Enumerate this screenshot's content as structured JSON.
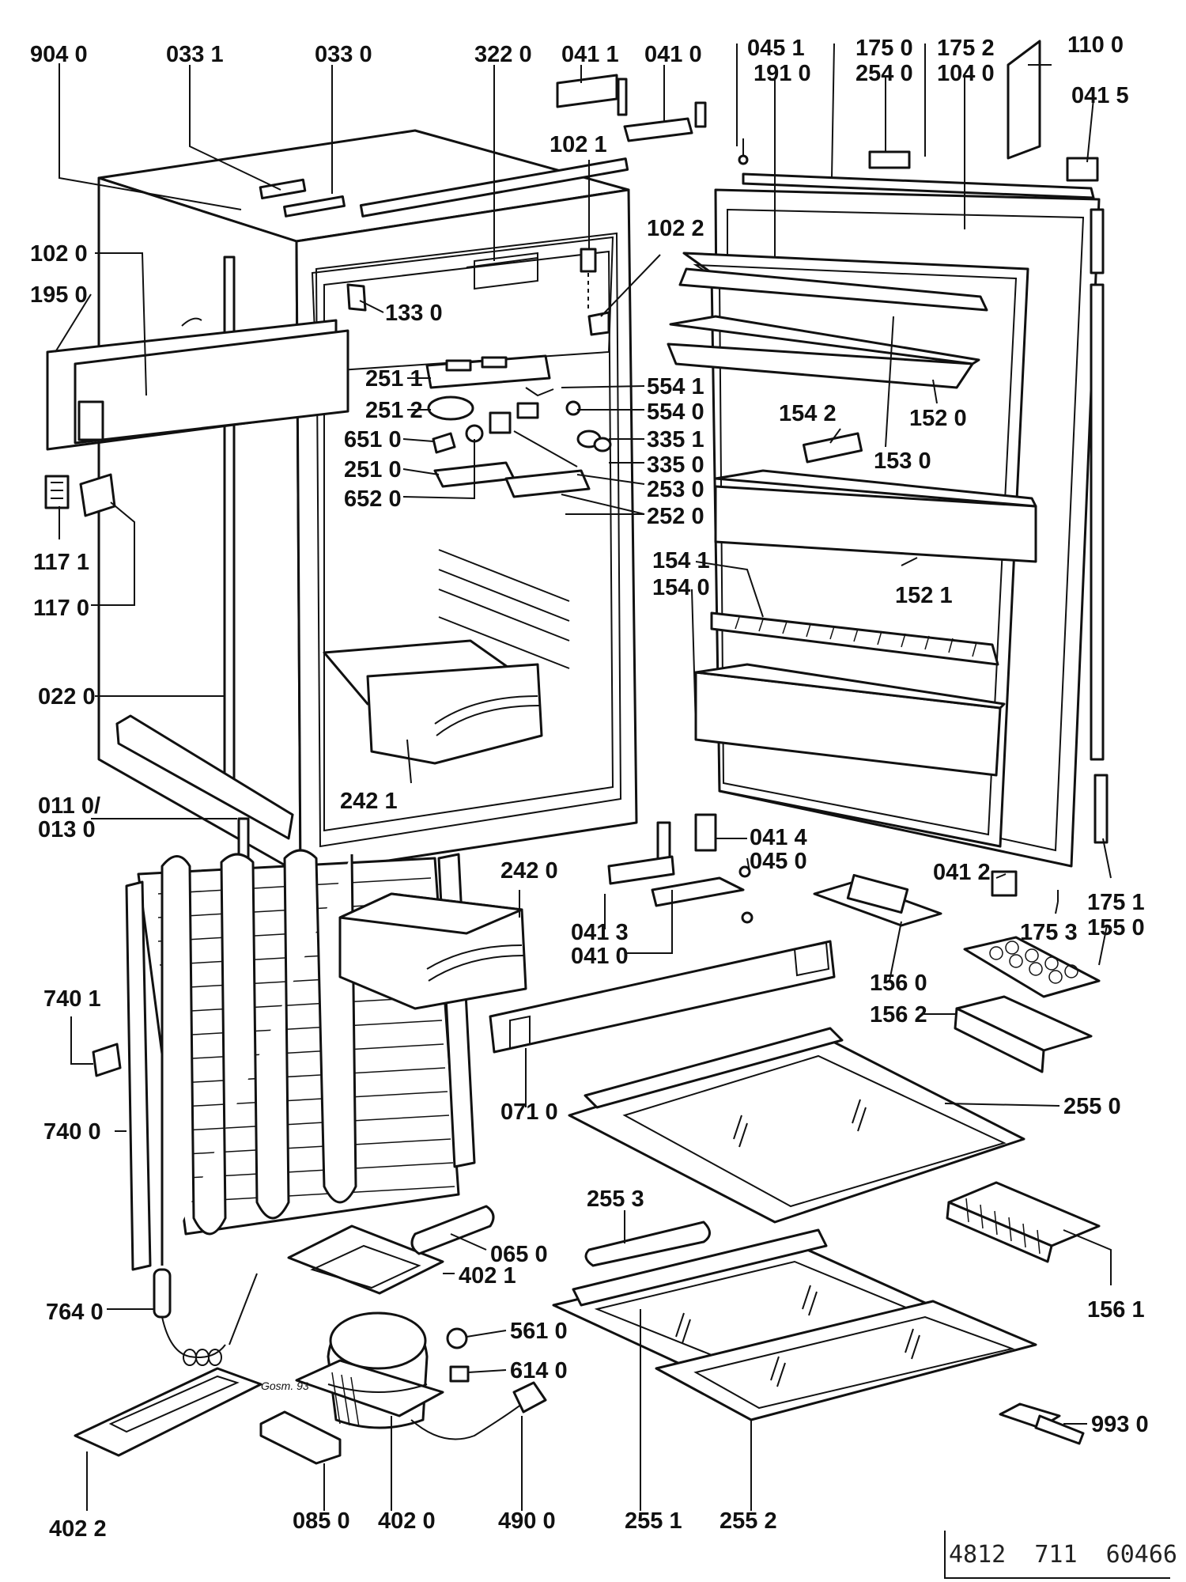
{
  "diagram": {
    "labels": {
      "l9040": "904 0",
      "l0331": "033 1",
      "l0330": "033 0",
      "l3220": "322 0",
      "l0411": "041 1",
      "l0410a": "041 0",
      "l0451": "045 1",
      "l1910": "191 0",
      "l1750": "175 0",
      "l2540": "254 0",
      "l1752": "175 2",
      "l1040": "104 0",
      "l1100": "110 0",
      "l0415": "041 5",
      "l1021": "102 1",
      "l1022": "102 2",
      "l1020": "102 0",
      "l1950": "195 0",
      "l1330": "133 0",
      "l2511": "251 1",
      "l5541": "554 1",
      "l2512": "251 2",
      "l5540": "554 0",
      "l6510": "651 0",
      "l3351": "335 1",
      "l2510": "251 0",
      "l3350": "335 0",
      "l6520": "652 0",
      "l2530": "253 0",
      "l2520": "252 0",
      "l1542": "154 2",
      "l1530": "153 0",
      "l1520": "152 0",
      "l1171": "117 1",
      "l1170": "117 0",
      "l1541": "154 1",
      "l1540": "154 0",
      "l1521": "152 1",
      "l0220": "022 0",
      "l2421": "242 1",
      "l0110": "011 0/",
      "l0130": "013 0",
      "l0414": "041 4",
      "l0450": "045 0",
      "l2420": "242 0",
      "l0412": "041 2",
      "l1751": "175 1",
      "l0413": "041 3",
      "l1753": "175 3",
      "l1550": "155 0",
      "l0410b": "041 0",
      "l1560": "156 0",
      "l7401": "740 1",
      "l1562": "156 2",
      "l7400": "740 0",
      "l0710": "071 0",
      "l2550": "255 0",
      "l2553": "255 3",
      "l0650": "065 0",
      "l4021": "402 1",
      "l1561": "156 1",
      "l7640": "764 0",
      "l5610": "561 0",
      "l6140": "614 0",
      "l9930": "993 0",
      "l4022": "402 2",
      "l0850": "085 0",
      "l4020": "402 0",
      "l4900": "490 0",
      "l2551": "255 1",
      "l2552": "255 2"
    },
    "doc_number": "4812  711  60466",
    "stamp_text": "Gosm. 93"
  }
}
